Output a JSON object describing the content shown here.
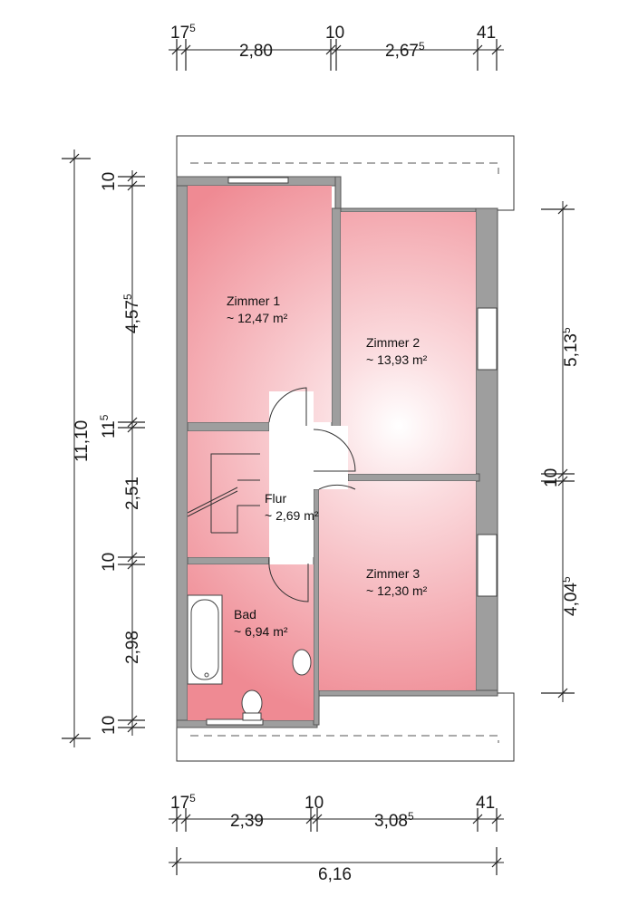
{
  "dimensions": {
    "top": [
      "17",
      "5",
      "2,80",
      "10",
      "2,67",
      "5",
      "41"
    ],
    "bottom_row1": [
      "17",
      "5",
      "2,39",
      "10",
      "3,08",
      "5",
      "41"
    ],
    "bottom_total": "6,16",
    "left_total": "11,10",
    "left": [
      "10",
      "4,57",
      "5",
      "11",
      "5",
      "2,51",
      "10",
      "2,98",
      "10"
    ],
    "right": [
      "5,13",
      "5",
      "10",
      "4,04",
      "5"
    ]
  },
  "rooms": [
    {
      "name": "Zimmer 1",
      "area": "~ 12,47 m²"
    },
    {
      "name": "Zimmer 2",
      "area": "~ 13,93 m²"
    },
    {
      "name": "Flur",
      "area": "~ 2,69 m²"
    },
    {
      "name": "Zimmer 3",
      "area": "~ 12,30 m²"
    },
    {
      "name": "Bad",
      "area": "~ 6,94 m²"
    }
  ],
  "colors": {
    "room_fill": "#f08c94",
    "room_center": "#ffffff",
    "wall": "#9e9e9e"
  }
}
